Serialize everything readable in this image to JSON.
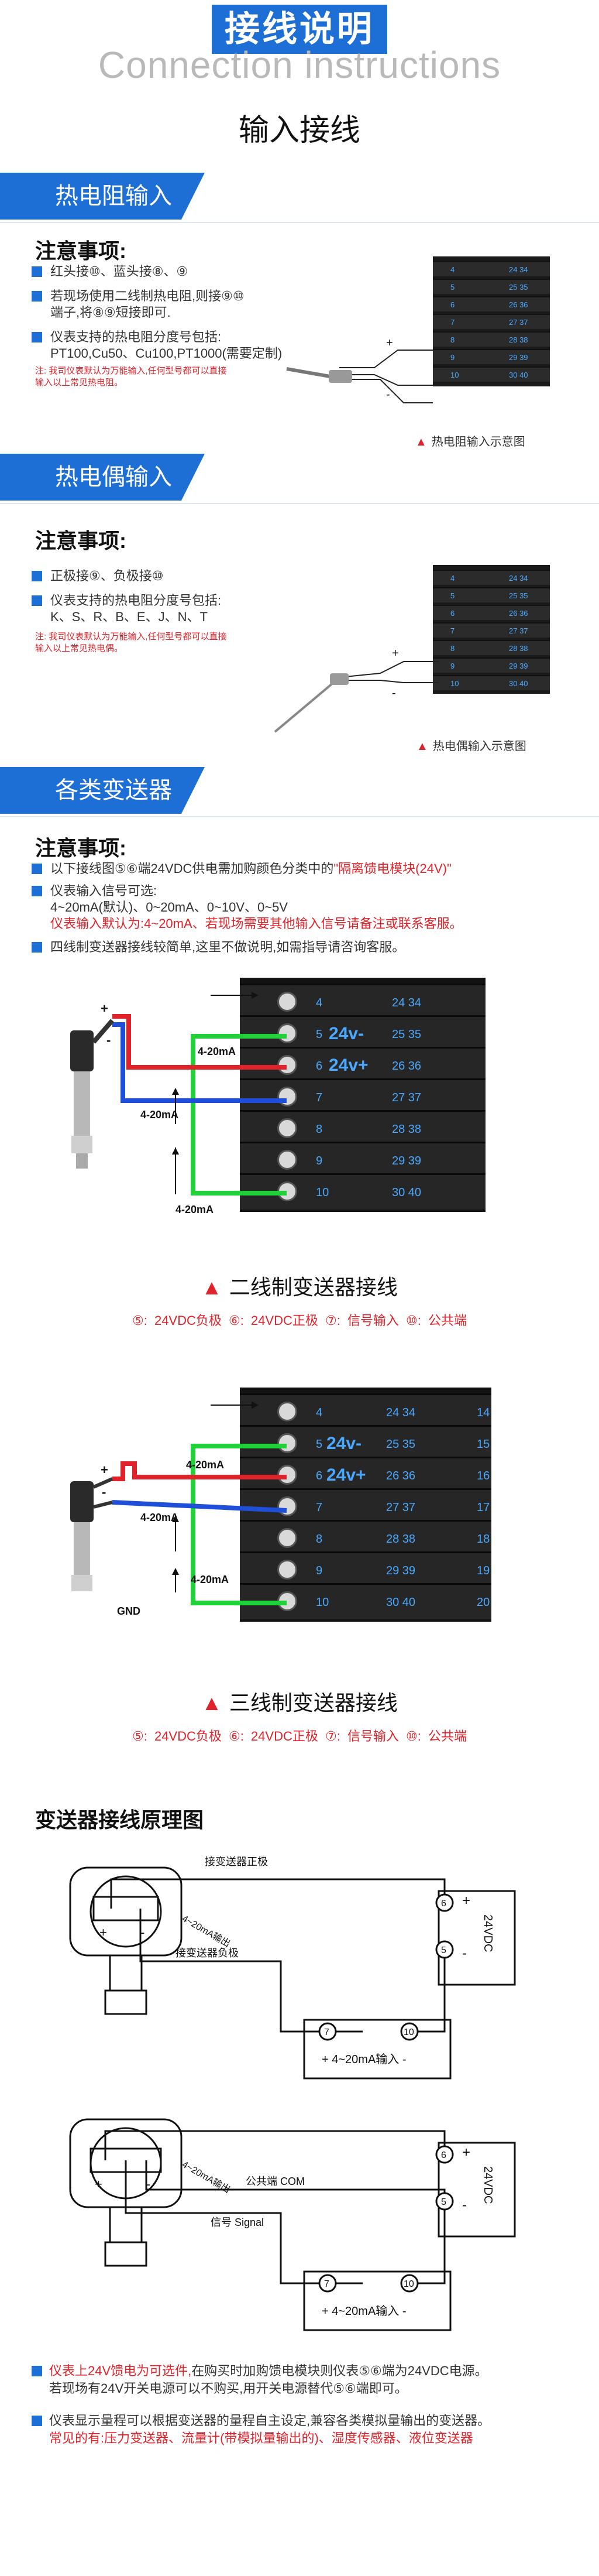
{
  "header": {
    "title": "接线说明",
    "title_en": "Connection instructions",
    "subtitle": "输入接线"
  },
  "rtd": {
    "banner": "热电阻输入",
    "notes_head": "注意事项:",
    "b1": "红头接⑩、蓝头接⑧、⑨",
    "b2_l1": "若现场使用二线制热电阻,则接⑨⑩",
    "b2_l2": "端子,将⑧⑨短接即可.",
    "b3_l1": "仪表支持的热电阻分度号包括:",
    "b3_l2": "PT100,Cu50、Cu100,PT1000(需要定制)",
    "note_l1": "注: 我司仪表默认为万能输入,任何型号都可以直接",
    "note_l2": "输入以上常见热电阻。",
    "caption": "热电阻输入示意图",
    "terms": [
      "4",
      "5",
      "6",
      "7",
      "8",
      "9",
      "10"
    ],
    "terms_r": [
      "24 34",
      "25 35",
      "26 36",
      "27 37",
      "28 38",
      "29 39",
      "30 40"
    ],
    "plus": "+",
    "minus": "-"
  },
  "tc": {
    "banner": "热电偶输入",
    "notes_head": "注意事项:",
    "b1": "正极接⑨、负极接⑩",
    "b2_l1": "仪表支持的热电阻分度号包括:",
    "b2_l2": "K、S、R、B、E、J、N、T",
    "note_l1": "注: 我司仪表默认为万能输入,任何型号都可以直接",
    "note_l2": "输入以上常见热电偶。",
    "caption": "热电偶输入示意图",
    "terms": [
      "4",
      "5",
      "6",
      "7",
      "8",
      "9",
      "10"
    ],
    "terms_r": [
      "24 34",
      "25 35",
      "26 36",
      "27 37",
      "28 38",
      "29 39",
      "30 40"
    ],
    "plus": "+",
    "minus": "-"
  },
  "tx": {
    "banner": "各类变送器",
    "notes_head": "注意事项:",
    "b1_a": "以下接线图⑤⑥端24VDC供电需加购颜色分类中的",
    "b1_b": "\"隔离馈电模块(24V)\"",
    "b2_l1": "仪表输入信号可选:",
    "b2_l2": "4~20mA(默认)、0~20mA、0~10V、0~5V",
    "b2_l3": "仪表输入默认为:4~20mA、若现场需要其他输入信号请备注或联系客服。",
    "b3": "四线制变送器接线较简单,这里不做说明,如需指导请咨询客服。"
  },
  "two_wire": {
    "rows": [
      "4",
      "5",
      "6",
      "7",
      "8",
      "9",
      "10"
    ],
    "right": [
      "24 34",
      "25 35",
      "26 36",
      "27 37",
      "28 38",
      "29 39",
      "30 40"
    ],
    "v_minus": "24v-",
    "v_plus": "24v+",
    "ma_top": "4-20mA",
    "ma_mid": "4-20mA",
    "ma_bot": "4-20mA",
    "plus": "+",
    "minus": "-",
    "caption": "二线制变送器接线",
    "legend": "⑤: 24VDC负极 ⑥: 24VDC正极 ⑦: 信号输入 ⑩: 公共端"
  },
  "three_wire": {
    "rows": [
      "4",
      "5",
      "6",
      "7",
      "8",
      "9",
      "10"
    ],
    "right": [
      "24 34",
      "25 35",
      "26 36",
      "27 37",
      "28 38",
      "29 39",
      "30 40"
    ],
    "far": [
      "14",
      "15",
      "16",
      "17",
      "18",
      "19",
      "20"
    ],
    "v_minus": "24v-",
    "v_plus": "24v+",
    "ma_top": "4-20mA",
    "ma_mid": "4-20mA",
    "ma_bot": "4-20mA",
    "gnd": "GND",
    "plus": "+",
    "minus": "-",
    "caption": "三线制变送器接线",
    "legend": "⑤: 24VDC负极 ⑥: 24VDC正极 ⑦: 信号输入 ⑩: 公共端"
  },
  "principle": {
    "title": "变送器接线原理图",
    "d1_pos": "接变送器正极",
    "d1_neg": "接变送器负极",
    "d1_out": "4~20mA输出",
    "d2_com": "公共端 COM",
    "d2_sig": "信号 Signal",
    "d2_out": "4~20mA输出",
    "supply": "24VDC",
    "t6": "6",
    "t5": "5",
    "t7": "7",
    "t10": "10",
    "plus": "+",
    "minus": "-",
    "input": "+ 4~20mA输入 -"
  },
  "footer": {
    "f1_a": "仪表上24V馈电为可选件,",
    "f1_b": "在购买时加购馈电模块则仪表⑤⑥端为24VDC电源。",
    "f1_c": "若现场有24V开关电源可以不购买,用开关电源替代⑤⑥端即可。",
    "f2_a": "仪表显示量程可以根据变送器的量程自主设定,兼容各类模拟量输出的变送器。",
    "f2_b": "常见的有:压力变送器、流量计(带模拟量输出的)、湿度传感器、液位变送器"
  },
  "colors": {
    "blue": "#1d6fd6",
    "red": "#e0232a",
    "green": "#22d13a",
    "wire_blue": "#1f4fd8",
    "terminal": "#4aa8ff"
  }
}
